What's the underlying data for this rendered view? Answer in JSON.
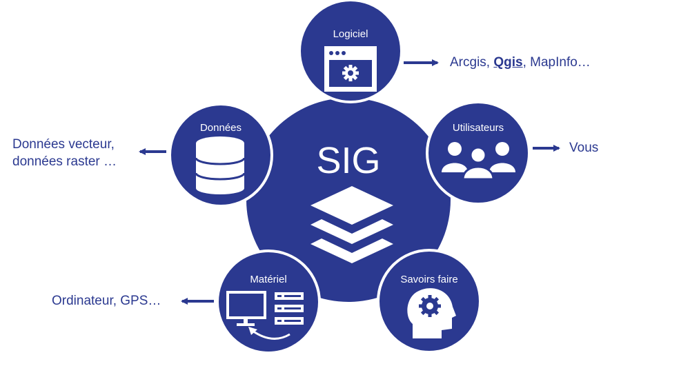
{
  "center": {
    "title": "SIG",
    "icon": "layers-icon"
  },
  "nodes": {
    "logiciel": {
      "label": "Logiciel",
      "icon": "browser-gear-icon"
    },
    "donnees": {
      "label": "Données",
      "icon": "database-icon"
    },
    "utilisateurs": {
      "label": "Utilisateurs",
      "icon": "users-group-icon"
    },
    "materiel": {
      "label": "Matériel",
      "icon": "computer-server-icon"
    },
    "savoirs": {
      "label": "Savoirs faire",
      "icon": "head-gear-icon"
    }
  },
  "annotations": {
    "logiciel": {
      "before": "Arcgis, ",
      "link": "Qgis",
      "after": ", MapInfo…"
    },
    "donnees": {
      "line1": "Données vecteur,",
      "line2": "données raster …"
    },
    "utilisateurs": {
      "text": "Vous"
    },
    "materiel": {
      "text": "Ordinateur, GPS…"
    }
  },
  "colors": {
    "primary": "#2b3990",
    "background": "#ffffff",
    "icon": "#ffffff"
  }
}
